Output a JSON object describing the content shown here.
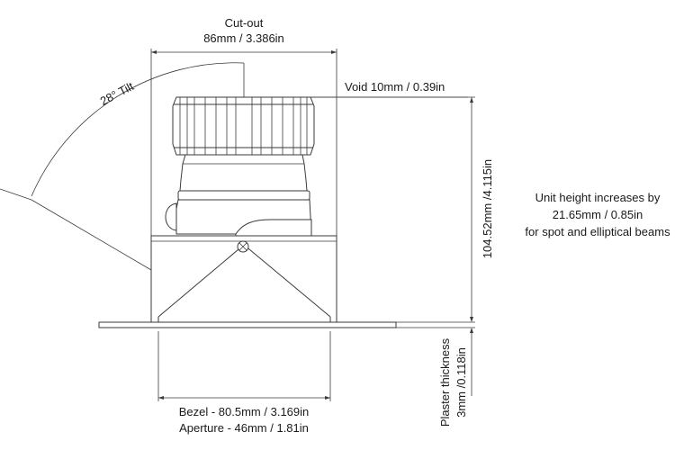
{
  "cutout": {
    "title": "Cut-out",
    "value": "86mm / 3.386in"
  },
  "tilt": "28° Tilt",
  "void": "Void 10mm / 0.39in",
  "height": "104.52mm /4.115in",
  "note": {
    "line1": "Unit height increases by",
    "line2": "21.65mm / 0.85in",
    "line3": "for spot and elliptical beams"
  },
  "bezel": "Bezel - 80.5mm / 3.169in",
  "aperture": "Aperture - 46mm / 1.81in",
  "plaster": {
    "line1": "Plaster thickness",
    "line2": "3mm /0.118in"
  },
  "colors": {
    "line": "#3a3a3a",
    "text": "#1a1a1a",
    "background": "#ffffff"
  }
}
